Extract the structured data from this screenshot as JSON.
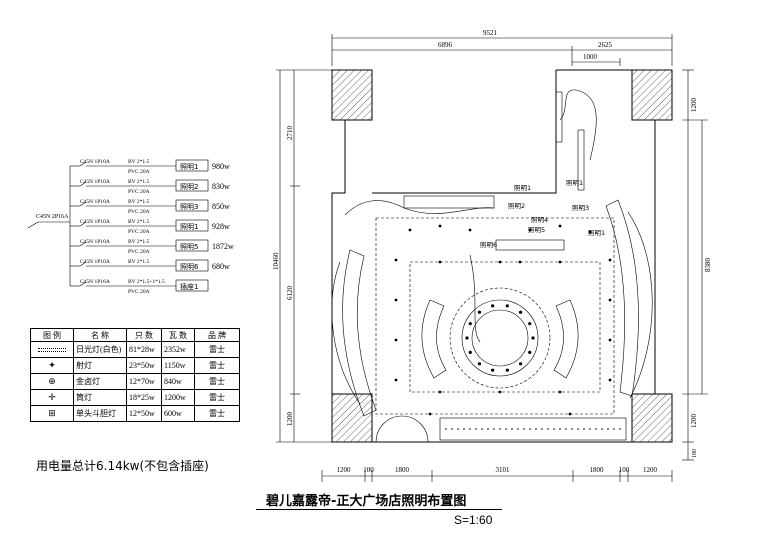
{
  "title": "碧儿嘉露帝-正大广场店照明布置图",
  "scale": "S=1:60",
  "total": "用电量总计6.14kw(不包含插座)",
  "dimensions": {
    "top_overall": "9521",
    "top_left": "6896",
    "top_right": "2625",
    "top_door": "1000",
    "left_overall": "10460",
    "left_upper": "2710",
    "left_mid": "6120",
    "left_lower": "1200",
    "right_overall": "8380",
    "right_upper": "1200",
    "right_lower": "1200",
    "right_bottom": "180",
    "bottom_segments": [
      "1200",
      "100",
      "1800",
      "3101",
      "1800",
      "100",
      "1200"
    ]
  },
  "circuit": {
    "main_breaker": "C45N 2P16A",
    "branches": [
      {
        "breaker": "C45N 1P10A",
        "cable": "BV  2*1.5",
        "conduit": "PVC  20A",
        "circuit": "照明1",
        "power": "980w"
      },
      {
        "breaker": "C45N 1P10A",
        "cable": "BV  2*1.5",
        "conduit": "PVC  20A",
        "circuit": "照明2",
        "power": "830w"
      },
      {
        "breaker": "C45N 1P10A",
        "cable": "BV  2*1.5",
        "conduit": "PVC  20A",
        "circuit": "照明3",
        "power": "850w"
      },
      {
        "breaker": "C45N 1P10A",
        "cable": "BV  2*1.5",
        "conduit": "PVC  20A",
        "circuit": "照明1",
        "power": "928w"
      },
      {
        "breaker": "C45N 1P10A",
        "cable": "BV  2*1.5",
        "conduit": "PVC  20A",
        "circuit": "照明5",
        "power": "1872w"
      },
      {
        "breaker": "C45N 1P10A",
        "cable": "BV  2*1.5",
        "conduit": "",
        "circuit": "照明6",
        "power": "680w"
      },
      {
        "breaker": "C45N 1P16A",
        "cable": "BV  2*1.5+1*1.5",
        "conduit": "PVC  20A",
        "circuit": "插座1",
        "power": ""
      }
    ]
  },
  "legend": {
    "headers": [
      "图 例",
      "名  称",
      "只 数",
      "瓦 数",
      "品  牌"
    ],
    "rows": [
      {
        "symbol": "fluorescent",
        "name": "日光灯(白色)",
        "count": "81*28w",
        "watts": "2352w",
        "brand": "雷士"
      },
      {
        "symbol": "dot",
        "name": "射灯",
        "count": "23*50w",
        "watts": "1150w",
        "brand": "雷士"
      },
      {
        "symbol": "circle-cross",
        "name": "金卤灯",
        "count": "12*70w",
        "watts": "840w",
        "brand": "雷士"
      },
      {
        "symbol": "cross",
        "name": "筒灯",
        "count": "18*25w",
        "watts": "1200w",
        "brand": "雷士"
      },
      {
        "symbol": "grid-box",
        "name": "单头斗胆灯",
        "count": "12*50w",
        "watts": "600w",
        "brand": "雷士"
      }
    ]
  },
  "plan_labels": [
    "照明1",
    "照明1",
    "照明2",
    "照明3",
    "照明5",
    "照明1",
    "照明6",
    "照明4"
  ]
}
